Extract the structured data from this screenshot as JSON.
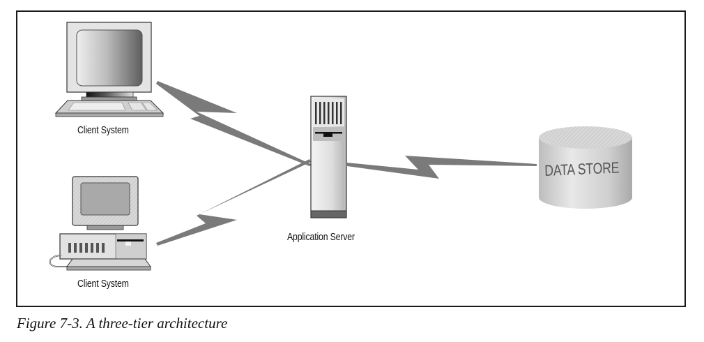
{
  "figure": {
    "caption": "Figure 7-3. A three-tier architecture"
  },
  "nodes": {
    "client_top": {
      "label": "Client System",
      "icon": "desktop-monitor-keyboard"
    },
    "client_bottom": {
      "label": "Client System",
      "icon": "desktop-pc-tower"
    },
    "server": {
      "label": "Application Server",
      "icon": "tower-server"
    },
    "datastore": {
      "label": "DATA STORE",
      "icon": "database-cylinder"
    }
  },
  "connections": [
    {
      "from": "client_top",
      "to": "server",
      "style": "lightning"
    },
    {
      "from": "client_bottom",
      "to": "server",
      "style": "lightning"
    },
    {
      "from": "server",
      "to": "datastore",
      "style": "lightning"
    }
  ],
  "colors": {
    "connector": "#7a7a7a",
    "border": "#1a1a1a",
    "device_light": "#e6e6e6",
    "device_dark": "#5a5a5a"
  }
}
